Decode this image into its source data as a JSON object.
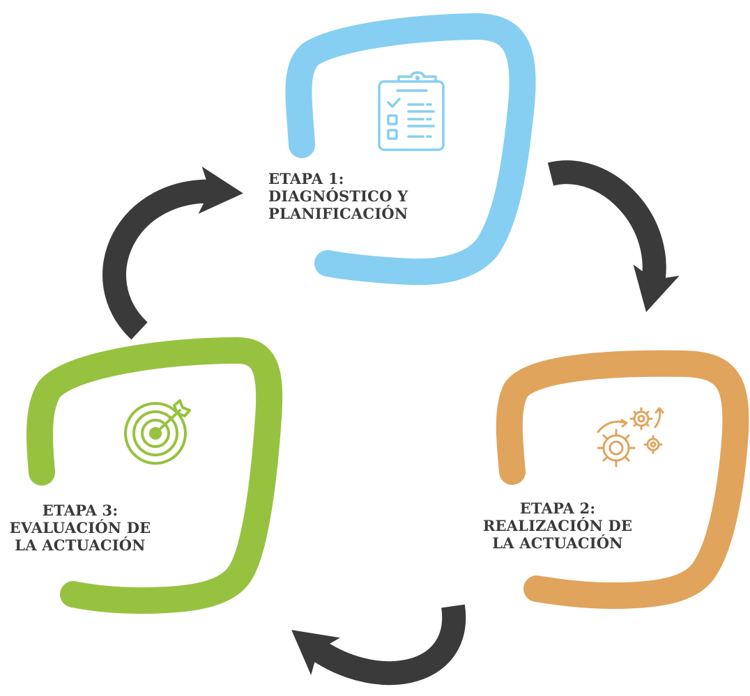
{
  "diagram": {
    "type": "cycle",
    "colors": {
      "stage1": "#86cff2",
      "stage2": "#e1a45c",
      "stage3": "#97c23f",
      "arrow": "#3a3a3a",
      "text": "#3a3a3a"
    },
    "stages": [
      {
        "id": 1,
        "icon": "clipboard-checklist-icon",
        "label_lines": [
          "ETAPA 1:",
          "DIAGNÓSTICO Y",
          "PLANIFICACIÓN"
        ]
      },
      {
        "id": 2,
        "icon": "gears-icon",
        "label_lines": [
          "ETAPA 2:",
          "REALIZACIÓN DE",
          "LA ACTUACIÓN"
        ]
      },
      {
        "id": 3,
        "icon": "target-icon",
        "label_lines": [
          "ETAPA 3:",
          "EVALUACIÓN DE",
          "LA ACTUACIÓN"
        ]
      }
    ],
    "flow": [
      "1 → 2",
      "2 → 3",
      "3 → 1"
    ]
  }
}
